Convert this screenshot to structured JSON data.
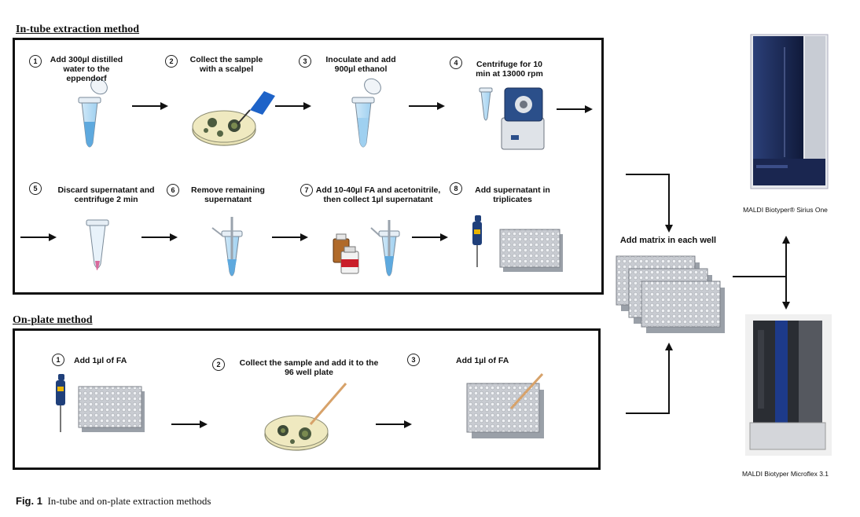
{
  "sections": {
    "in_tube_title": "In-tube extraction method",
    "on_plate_title": "On-plate method"
  },
  "in_tube_steps": [
    {
      "num": "1",
      "label": "Add 300µl distilled water to the eppendorf"
    },
    {
      "num": "2",
      "label": "Collect the sample with a scalpel"
    },
    {
      "num": "3",
      "label": "Inoculate and add 900µl ethanol"
    },
    {
      "num": "4",
      "label": "Centrifuge for 10 min at 13000 rpm"
    },
    {
      "num": "5",
      "label": "Discard supernatant and centrifuge 2 min"
    },
    {
      "num": "6",
      "label": "Remove remaining supernatant"
    },
    {
      "num": "7",
      "label": "Add 10-40µl FA and acetonitrile, then collect 1µl supernatant"
    },
    {
      "num": "8",
      "label": "Add supernatant in triplicates"
    }
  ],
  "on_plate_steps": [
    {
      "num": "1",
      "label": "Add 1µl of FA"
    },
    {
      "num": "2",
      "label": "Collect the sample and add it to the 96 well plate"
    },
    {
      "num": "3",
      "label": "Add 1µl of FA"
    }
  ],
  "matrix_label": "Add matrix in each well",
  "instruments": {
    "top": "MALDI Biotyper® Sirius One",
    "bottom": "MALDI Biotyper Microflex 3.1"
  },
  "caption": {
    "prefix": "Fig. 1",
    "text": "In-tube and on-plate extraction methods"
  },
  "colors": {
    "tube_blue": "#6fb6e6",
    "instrument_navy": "#1d2b57",
    "pipette_blue": "#1f3f7a",
    "petri_agar": "#e9e3b6"
  }
}
